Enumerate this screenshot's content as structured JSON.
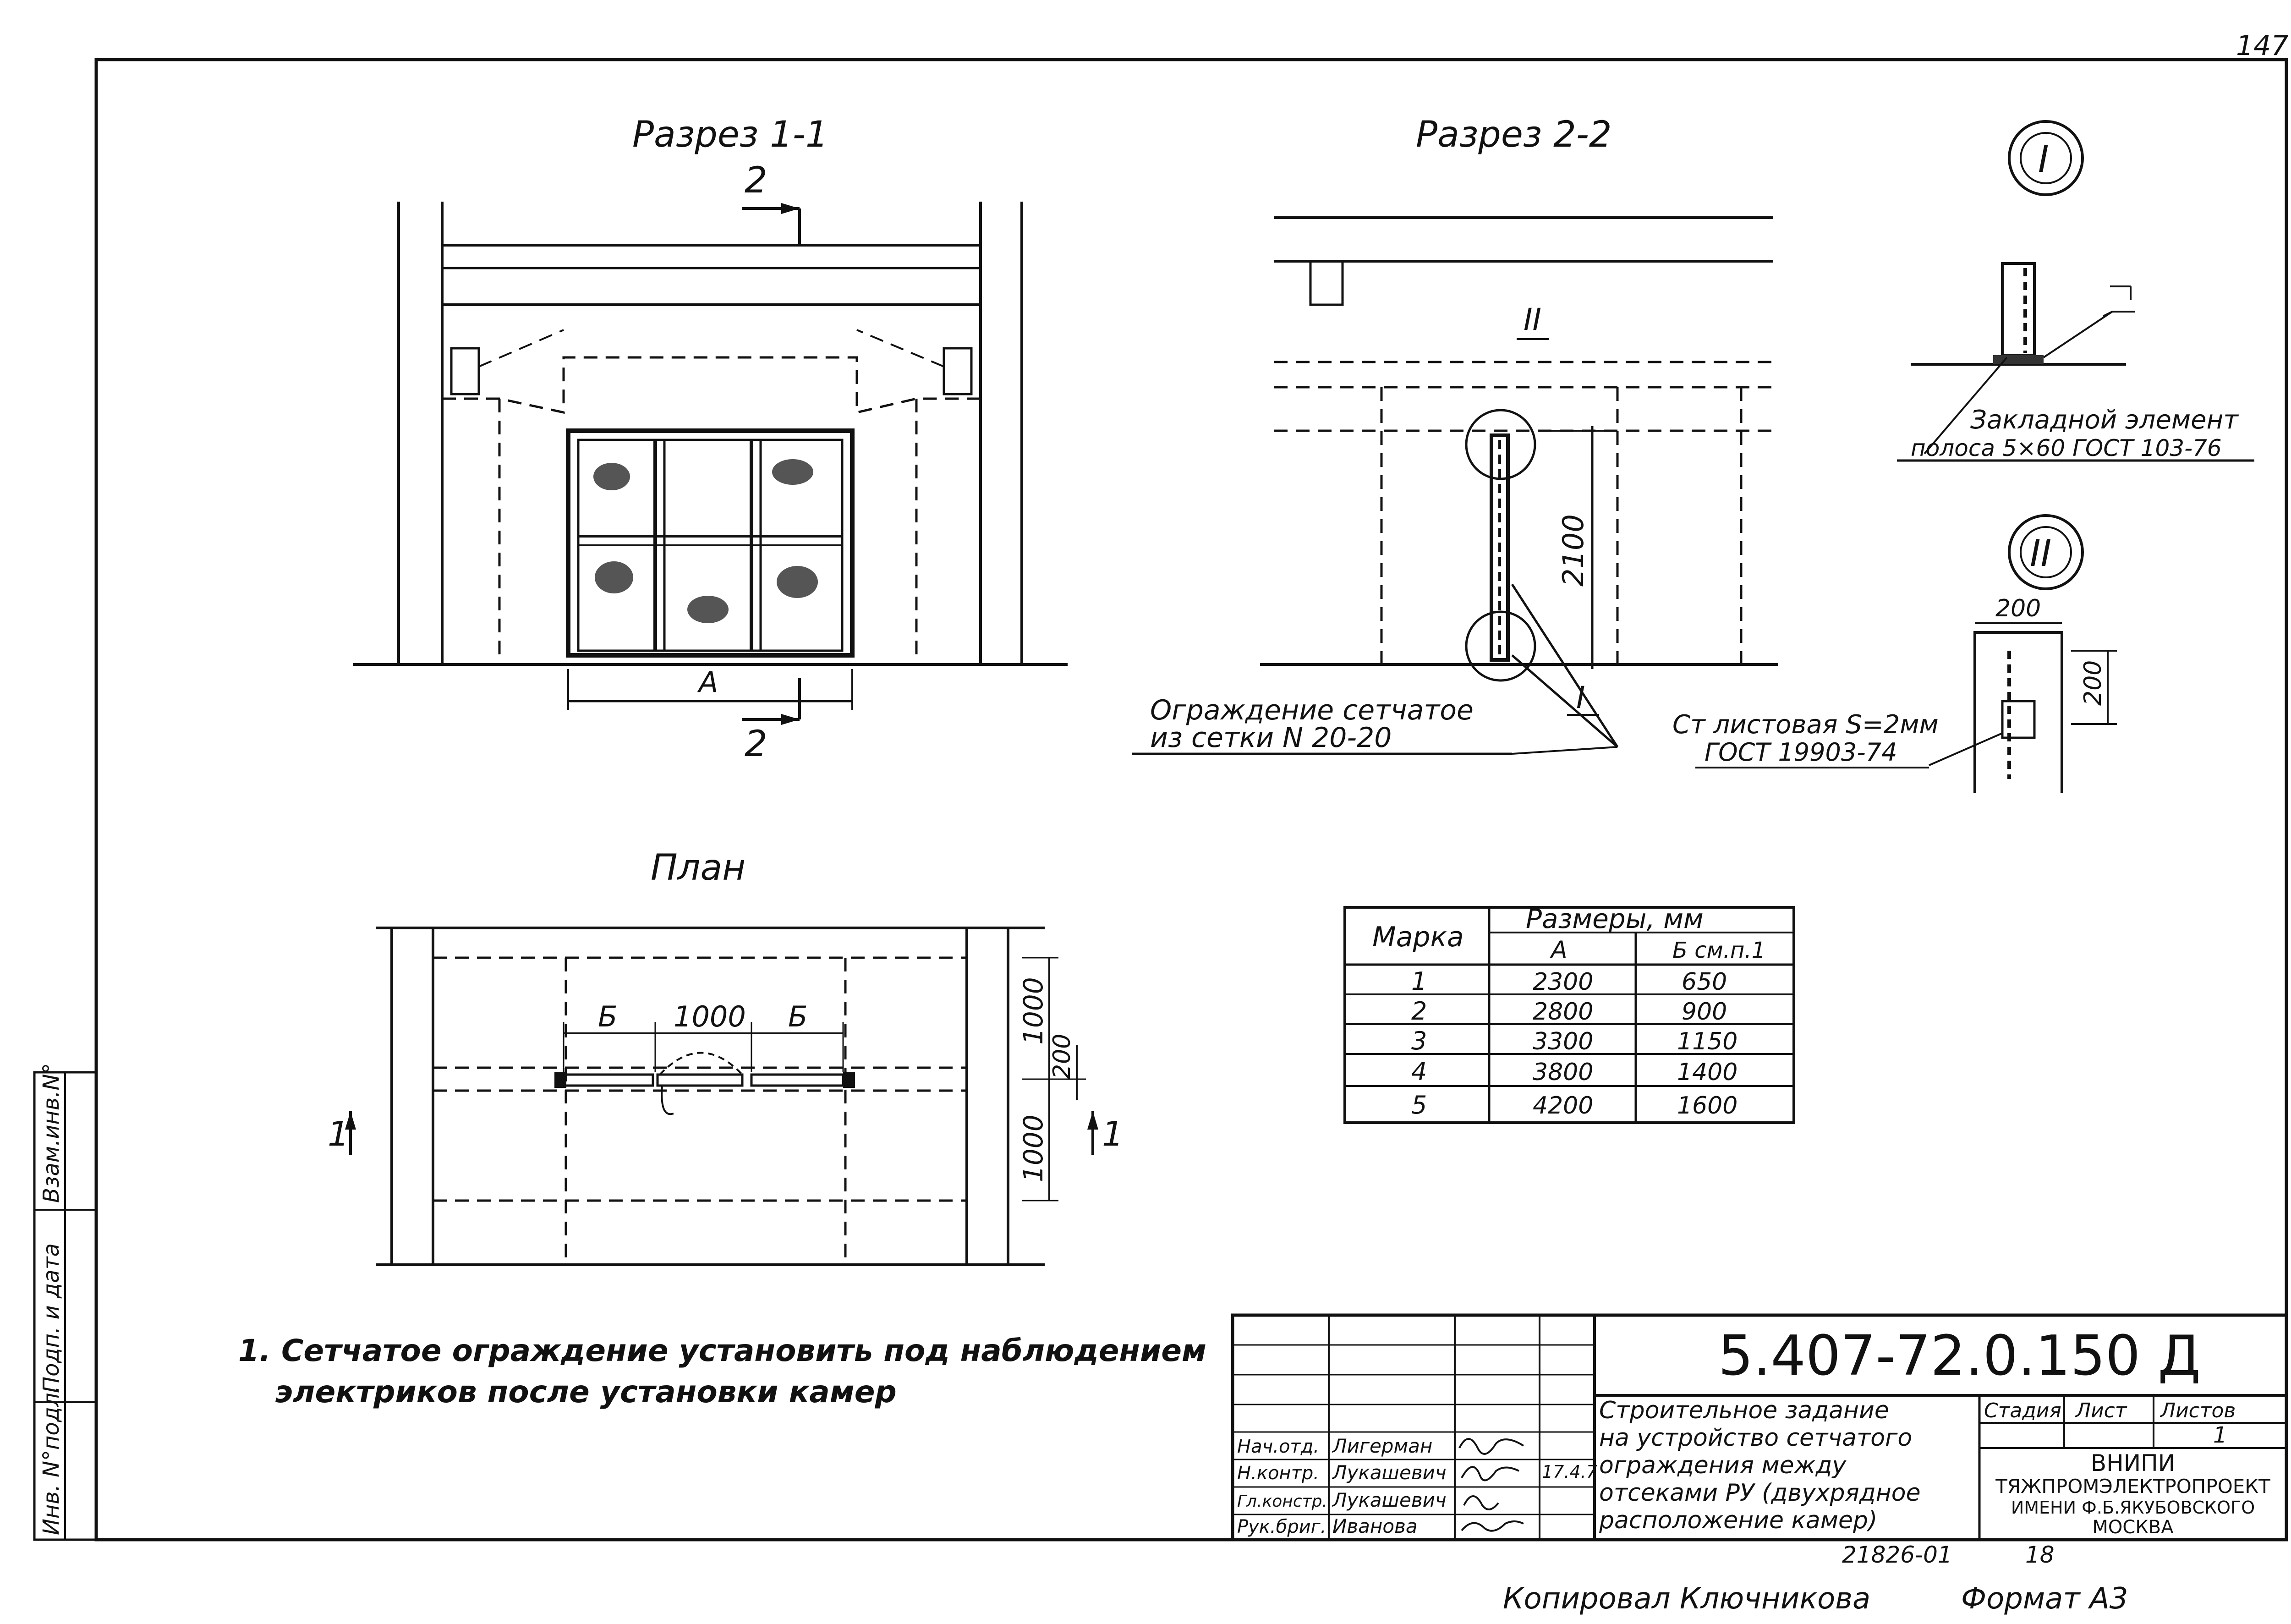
{
  "sheet": {
    "corner_mark": "147",
    "sections": {
      "section_1_1": "Разрез 1-1",
      "section_2_2": "Разрез 2-2",
      "plan": "План",
      "node_I": "I",
      "node_II": "II"
    },
    "section_1_1_marks": {
      "cut_top": "2",
      "cut_bottom": "2",
      "dim_a": "A"
    },
    "section_2_2_marks": {
      "dim_2100": "2100",
      "node_I": "I",
      "node_II": "II"
    },
    "plan_marks": {
      "dim_b_left": "Б",
      "dim_1000": "1000",
      "dim_b_right": "Б",
      "dim_v1000_top": "1000",
      "dim_v200": "200",
      "dim_v1000_bottom": "1000",
      "cut_left": "1",
      "cut_right": "1"
    },
    "labels": {
      "fence_line1": "Ограждение сетчатое",
      "fence_line2": "из сетки N 20-20",
      "embedded_line1": "Закладной элемент",
      "embedded_line2": "полоса 5×60 ГОСТ 103-76",
      "steel_line1": "Ст листовая S=2мм",
      "steel_line2": "ГОСТ 19903-74",
      "node_II_dim_h": "200",
      "node_II_dim_v": "200"
    },
    "note": {
      "line1": "1. Сетчатое ограждение установить под наблюдением",
      "line2": "электриков после установки камер"
    }
  },
  "table": {
    "header_mark": "Марка",
    "header_sizes": "Размеры, мм",
    "col_a": "А",
    "col_b": "Б см.п.1",
    "rows": [
      {
        "mark": "1",
        "a": "2300",
        "b": "650"
      },
      {
        "mark": "2",
        "a": "2800",
        "b": "900"
      },
      {
        "mark": "3",
        "a": "3300",
        "b": "1150"
      },
      {
        "mark": "4",
        "a": "3800",
        "b": "1400"
      },
      {
        "mark": "5",
        "a": "4200",
        "b": "1600"
      }
    ]
  },
  "side_stamp": {
    "inv_replace": "Взам.инв.N°",
    "sign_date": "Подп. и дата",
    "inv_original": "Инв. N°подл."
  },
  "title_block": {
    "code": "5.407-72.0.150 Д",
    "title_lines": [
      "Строительное задание",
      "на устройство сетчатого",
      "ограждения между",
      "отсеками РУ (двухрядное",
      "расположение камер)"
    ],
    "stage_header": "Стадия",
    "sheet_header": "Лист",
    "sheets_header": "Листов",
    "sheets_value": "1",
    "org_lines": [
      "ВНИПИ",
      "ТЯЖПРОМЭЛЕКТРОПРОЕКТ",
      "ИМЕНИ Ф.Б.ЯКУБОВСКОГО",
      "МОСКВА"
    ],
    "people": [
      {
        "role": "Нач.отд.",
        "name": "Лигерман"
      },
      {
        "role": "Н.контр.",
        "name": "Лукашевич"
      },
      {
        "role": "Гл.констр.",
        "name": "Лукашевич"
      },
      {
        "role": "Рук.бриг.",
        "name": "Иванова"
      }
    ],
    "date_mark": "17.4.7",
    "archive_no": "21826-01",
    "archive_sheet": "18"
  },
  "footer": {
    "copied_by": "Копировал Ключникова",
    "format": "Формат А3"
  }
}
